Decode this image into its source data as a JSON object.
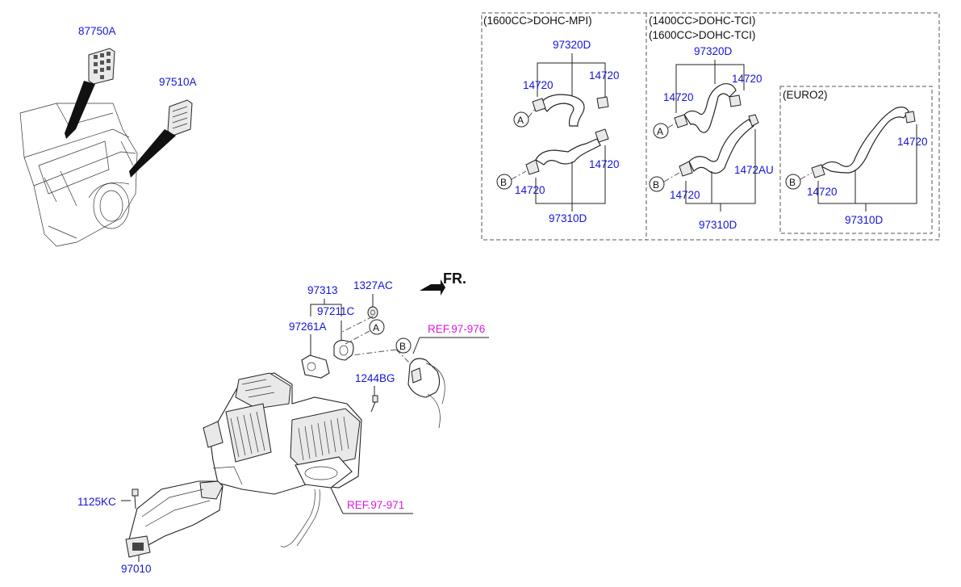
{
  "callouts": {
    "p87750A": "87750A",
    "p97510A": "97510A",
    "p97313": "97313",
    "p1327AC": "1327AC",
    "p97211C": "97211C",
    "p97261A": "97261A",
    "p1244BG": "1244BG",
    "p1125KC": "1125KC",
    "p97010": "97010",
    "ref_976": "REF.97-976",
    "ref_971": "REF.97-971",
    "front": "FR."
  },
  "panels": {
    "mpi": {
      "header": "(1600CC>DOHC-MPI)",
      "upper_hose": "97320D",
      "lower_hose": "97310D",
      "clamp_ul": "14720",
      "clamp_ur": "14720",
      "clamp_lr": "14720",
      "clamp_ll": "14720",
      "marker_a": "A",
      "marker_b": "B"
    },
    "tci": {
      "header1": "(1400CC>DOHC-TCI)",
      "header2": "(1600CC>DOHC-TCI)",
      "upper_hose": "97320D",
      "lower_hose": "97310D",
      "clamp_ul": "14720",
      "clamp_ur": "14720",
      "clamp_ll": "14720",
      "fitting": "1472AU",
      "marker_a": "A",
      "marker_b": "B"
    },
    "euro2": {
      "header": "(EURO2)",
      "lower_hose": "97310D",
      "clamp_r": "14720",
      "clamp_l": "14720",
      "marker_b": "B"
    }
  },
  "markers": {
    "a": "A",
    "b": "B"
  },
  "colors": {
    "part_number": "#1414d6",
    "reference": "#d91ad9",
    "line": "#222222"
  }
}
